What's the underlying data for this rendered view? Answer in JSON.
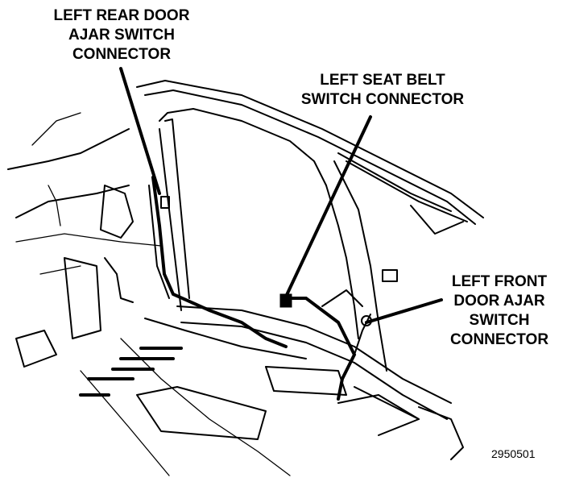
{
  "callouts": {
    "left_rear_door": [
      "LEFT REAR DOOR",
      "AJAR SWITCH",
      "CONNECTOR"
    ],
    "left_seat_belt": [
      "LEFT SEAT BELT",
      "SWITCH CONNECTOR"
    ],
    "left_front_door": [
      "LEFT FRONT",
      "DOOR AJAR",
      "SWITCH",
      "CONNECTOR"
    ]
  },
  "figure_id": "2950501"
}
